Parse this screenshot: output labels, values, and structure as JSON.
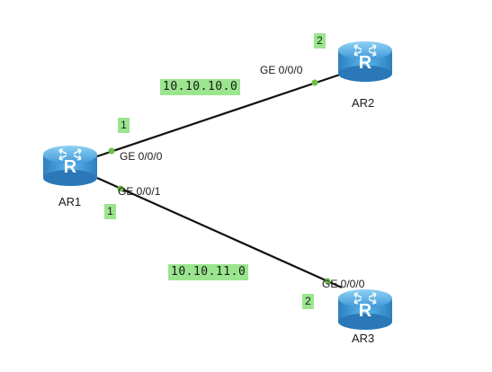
{
  "routers": [
    {
      "name": "AR1"
    },
    {
      "name": "AR2"
    },
    {
      "name": "AR3"
    }
  ],
  "links": [
    {
      "network": "10.10.10.0",
      "a_port": "GE 0/0/0",
      "a_num": "1",
      "b_port": "GE 0/0/0",
      "b_num": "2"
    },
    {
      "network": "10.10.11.0",
      "a_port": "GE 0/0/1",
      "a_num": "1",
      "b_port": "GE 0/0/0",
      "b_num": "2"
    }
  ],
  "colors": {
    "link": "#111111",
    "port_dot": "#6cc04a",
    "tag_bg": "#9be58f",
    "router_body": "#4aa3df"
  }
}
